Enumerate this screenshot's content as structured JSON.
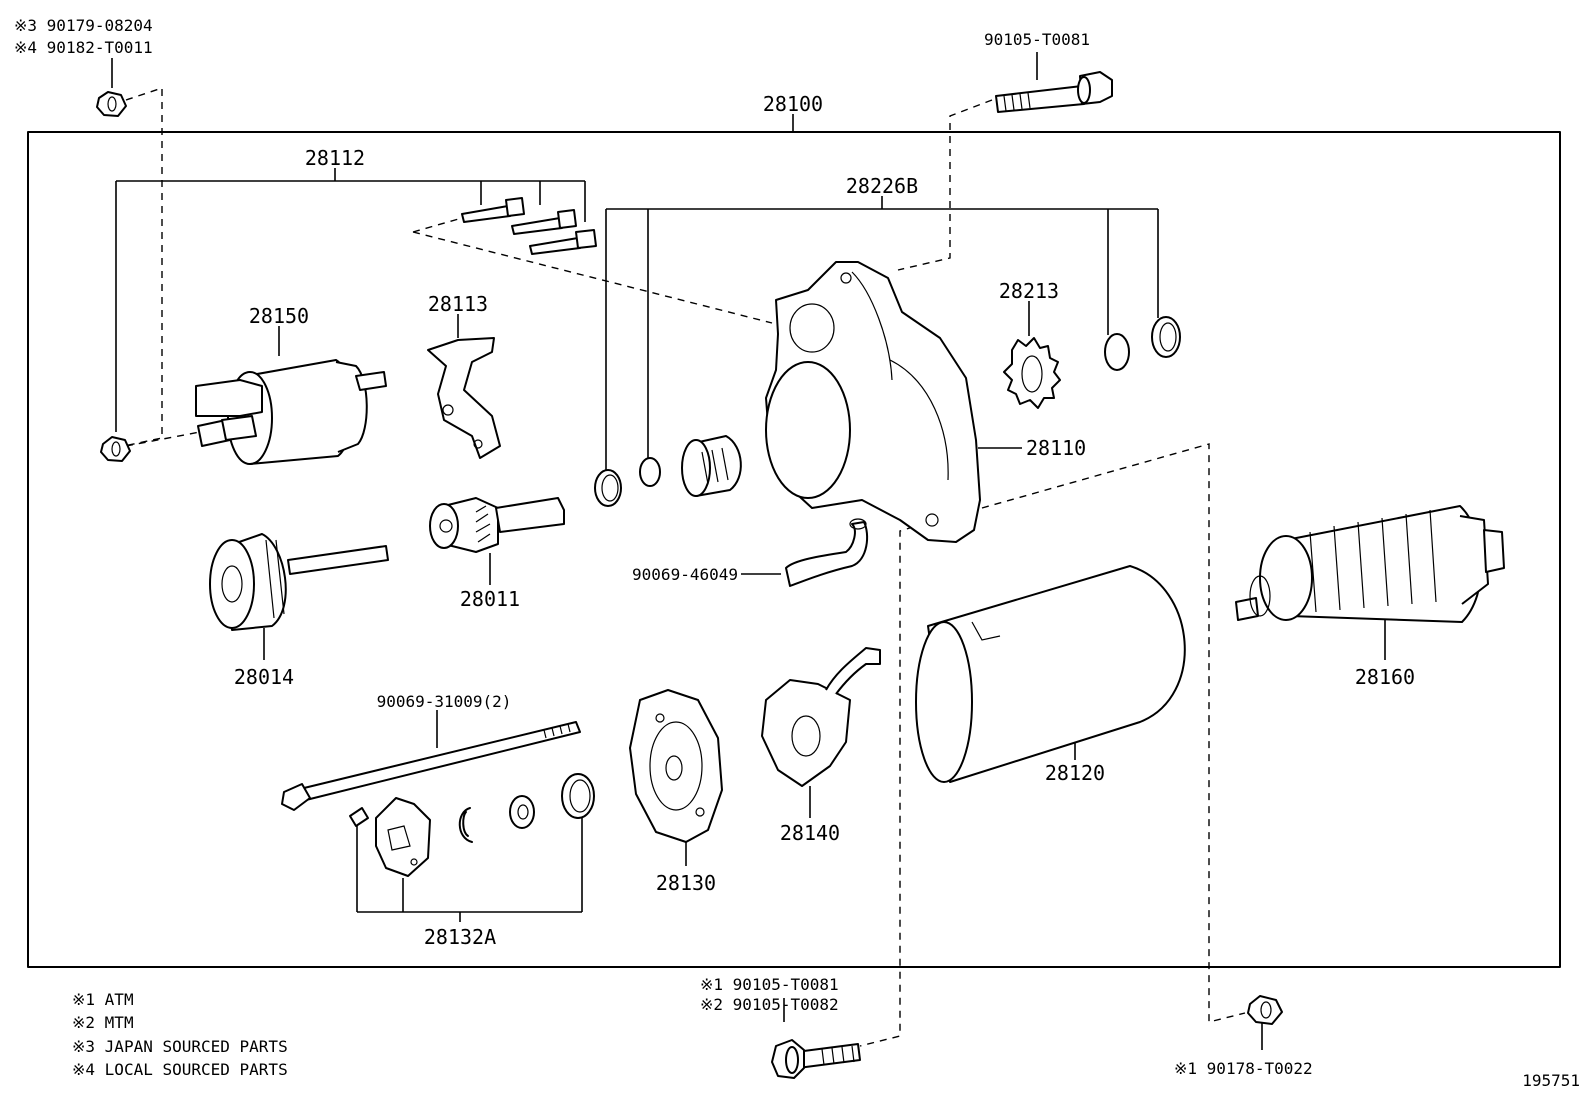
{
  "diagram_id": "195751",
  "assembly": {
    "number": "28100"
  },
  "parts": {
    "p28112": "28112",
    "p28226b": "28226B",
    "p28150": "28150",
    "p28113": "28113",
    "p28213": "28213",
    "p28110": "28110",
    "p28011": "28011",
    "p28014": "28014",
    "p90069_46049": "90069-46049",
    "p28160": "28160",
    "p90069_31009": "90069-31009(2)",
    "p28120": "28120",
    "p28140": "28140",
    "p28130": "28130",
    "p28132a": "28132A"
  },
  "outside_parts": {
    "nut_top_left": {
      "line1": "※3 90179-08204",
      "line2": "※4 90182-T0011"
    },
    "bolt_top": "90105-T0081",
    "bolt_bottom": {
      "line1": "※1 90105-T0081",
      "line2": "※2 90105-T0082"
    },
    "nut_bottom_right": "※1 90178-T0022"
  },
  "notes": [
    "※1 ATM",
    "※2 MTM",
    "※3 JAPAN SOURCED PARTS",
    "※4 LOCAL SOURCED PARTS"
  ]
}
